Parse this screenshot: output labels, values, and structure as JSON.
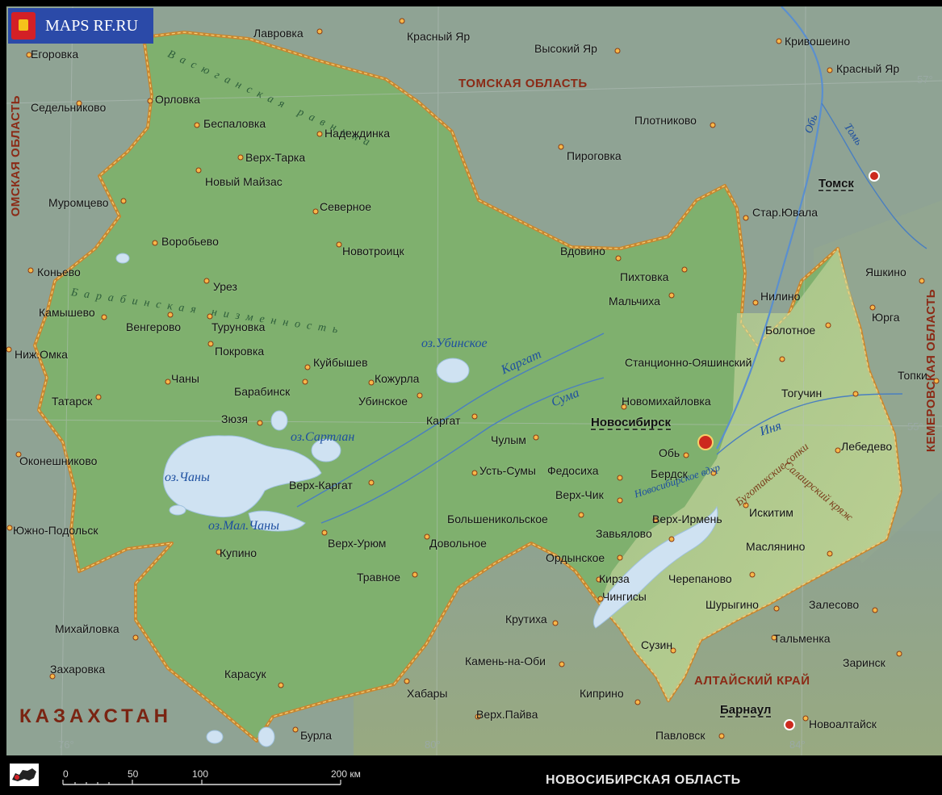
{
  "logo": {
    "text": "MAPS RF.RU"
  },
  "title": "НОВОСИБИРСКАЯ ОБЛАСТЬ",
  "scale": {
    "labels": [
      "0",
      "50",
      "100",
      "200 км"
    ]
  },
  "colors": {
    "region_fill": "#7fb06e",
    "border": "#c8862f",
    "water": "#cfe2f2",
    "surround": "#8ea291",
    "capital": "#cc2a1e"
  },
  "regions": {
    "tomsk": "ТОМСКАЯ ОБЛАСТЬ",
    "omsk": "ОМСКАЯ ОБЛАСТЬ",
    "kemerovo": "КЕМЕРОВСКАЯ ОБЛАСТЬ",
    "altai": "АЛТАЙСКИЙ КРАЙ",
    "kazakhstan": "КАЗАХСТАН"
  },
  "water": {
    "ubinskoe": "оз.Убинское",
    "sartlan": "оз.Сартлан",
    "chany": "оз.Чаны",
    "mal_chany": "оз.Мал.Чаны",
    "kargat": "Каргат",
    "suma": "Сума",
    "novosib_res": "Новосибирское вдхр",
    "inya": "Иня",
    "ob": "Обь",
    "tom": "Томь"
  },
  "terrain": {
    "vasyugan": "Васюганская равнина",
    "baraba": "Барабинская низменность",
    "salair": "Салаирский кряж",
    "maslyan_sopki": "Буготакские сопки"
  },
  "grid": {
    "lat57": "57°",
    "lat55": "55°",
    "lon76": "76°",
    "lon80": "80°",
    "lon84": "84°"
  },
  "capitals": {
    "novosibirsk": "Новосибирск",
    "tomsk": "Томск",
    "barnaul": "Барнаул"
  },
  "places": [
    {
      "name": "Егоровка"
    },
    {
      "name": "Лавровка"
    },
    {
      "name": "Красный Яр"
    },
    {
      "name": "Высокий Яр"
    },
    {
      "name": "Кривошеино"
    },
    {
      "name": "Красный Яр"
    },
    {
      "name": "Седельниково"
    },
    {
      "name": "Орловка"
    },
    {
      "name": "Беспаловка"
    },
    {
      "name": "Надеждинка"
    },
    {
      "name": "Плотниково"
    },
    {
      "name": "Верх-Тарка"
    },
    {
      "name": "Пироговка"
    },
    {
      "name": "Новый Майзас"
    },
    {
      "name": "Муромцево"
    },
    {
      "name": "Северное"
    },
    {
      "name": "Стар.Ювала"
    },
    {
      "name": "Воробьево"
    },
    {
      "name": "Новотроицк"
    },
    {
      "name": "Вдовино"
    },
    {
      "name": "Коньево"
    },
    {
      "name": "Пихтовка"
    },
    {
      "name": "Яшкино"
    },
    {
      "name": "Урез"
    },
    {
      "name": "Мальчиха"
    },
    {
      "name": "Нилино"
    },
    {
      "name": "Камышево"
    },
    {
      "name": "Венгерово"
    },
    {
      "name": "Туруновка"
    },
    {
      "name": "Юрга"
    },
    {
      "name": "Болотное"
    },
    {
      "name": "Покровка"
    },
    {
      "name": "Ниж.Омка"
    },
    {
      "name": "Куйбышев"
    },
    {
      "name": "Станционно-Ояшинский"
    },
    {
      "name": "Чаны"
    },
    {
      "name": "Кожурла"
    },
    {
      "name": "Топки"
    },
    {
      "name": "Барабинск"
    },
    {
      "name": "Убинское"
    },
    {
      "name": "Тогучин"
    },
    {
      "name": "Татарск"
    },
    {
      "name": "Новомихайловка"
    },
    {
      "name": "Зюзя"
    },
    {
      "name": "Каргат"
    },
    {
      "name": "Лебедево"
    },
    {
      "name": "Чулым"
    },
    {
      "name": "Обь"
    },
    {
      "name": "Оконешниково"
    },
    {
      "name": "Бердск"
    },
    {
      "name": "Усть-Сумы"
    },
    {
      "name": "Федосиха"
    },
    {
      "name": "Верх-Каргат"
    },
    {
      "name": "Верх-Чик"
    },
    {
      "name": "Искитим"
    },
    {
      "name": "Верх-Ирмень"
    },
    {
      "name": "Большеникольское"
    },
    {
      "name": "Южно-Подольск"
    },
    {
      "name": "Завьялово"
    },
    {
      "name": "Верх-Урюм"
    },
    {
      "name": "Довольное"
    },
    {
      "name": "Маслянино"
    },
    {
      "name": "Купино"
    },
    {
      "name": "Ордынское"
    },
    {
      "name": "Травное"
    },
    {
      "name": "Кирза"
    },
    {
      "name": "Черепаново"
    },
    {
      "name": "Чингисы"
    },
    {
      "name": "Залесово"
    },
    {
      "name": "Шурыгино"
    },
    {
      "name": "Михайловка"
    },
    {
      "name": "Крутиха"
    },
    {
      "name": "Тальменка"
    },
    {
      "name": "Сузин"
    },
    {
      "name": "Захаровка"
    },
    {
      "name": "Заринск"
    },
    {
      "name": "Камень-на-Оби"
    },
    {
      "name": "Карасук"
    },
    {
      "name": "Хабары"
    },
    {
      "name": "Киприно"
    },
    {
      "name": "Верх.Пайва"
    },
    {
      "name": "Новоалтайск"
    },
    {
      "name": "Бурла"
    },
    {
      "name": "Павловск"
    }
  ]
}
